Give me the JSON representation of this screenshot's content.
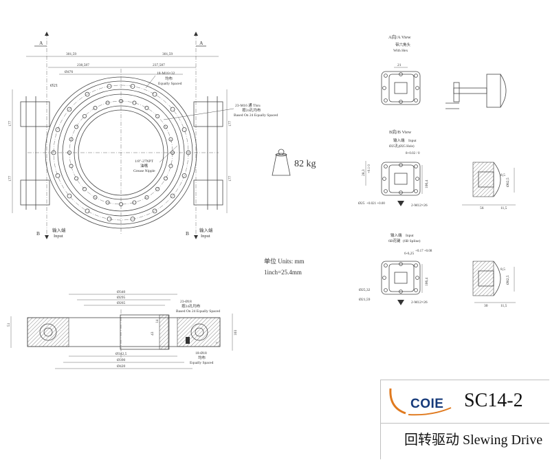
{
  "view_labels": {
    "section_a_left": "A",
    "section_a_right": "A",
    "section_b_left": "B",
    "section_b_right": "B",
    "a_view_title": "A向/A View",
    "a_view_note_cn": "带六角头",
    "a_view_note_en": "With Hex",
    "b_view_title": "B向/B View"
  },
  "plan_view": {
    "dim_top_left": "301,59",
    "dim_top_right": "301,59",
    "dim_mid_left": "238,587",
    "dim_mid_right": "237,587",
    "dia_476": "Ø476",
    "dia_21": "Ø21",
    "bolt_outer": "18-M16×32",
    "bolt_outer_cn": "均布",
    "bolt_outer_en": "Equally Spaced",
    "bolt_inner": "23-M16 通 Thru",
    "bolt_inner_cn": "按24孔均布",
    "bolt_inner_en": "Based On 24 Equally Spaced",
    "grease": "1/8\"-27NPT",
    "grease_cn": "油嘴",
    "grease_en": "Grease Nipple",
    "v177_ul": "177",
    "v177_ll": "177",
    "v177_ur": "177",
    "v177_lr": "177",
    "input_cn_left": "输入端",
    "input_en_left": "Input",
    "input_cn_right": "输入端",
    "input_en_right": "Input"
  },
  "weight": {
    "value": "82 kg"
  },
  "units": {
    "line1": "单位 Units: mm",
    "line2": "1inch=25.4mm"
  },
  "a_view": {
    "dim_21": "21"
  },
  "b_view_top": {
    "input_cn": "输入端",
    "input_en": "Input",
    "key_spec": "Ø25孔(Ø25 Hole)",
    "tol": "8+0.02 / 0",
    "dim_28": "28,3",
    "dim_tol28": "+0.1 0",
    "dia_25": "Ø25",
    "dia_25_tol": "+0.021 +0.00",
    "dim_106": "106,4",
    "bolt": "2-M12×26",
    "side_85": "8,5",
    "side_825": "Ø82,5",
    "side_56": "56",
    "side_115": "11,5"
  },
  "b_view_bottom": {
    "input_cn": "输入端",
    "input_en": "Input",
    "spline_cn": "6B花键",
    "spline_en": "(6B Spline)",
    "spline_spec": "6-6,25",
    "spline_tol": "+0.17 +0.08",
    "dia_2532": "Ø25,32",
    "dia_2159": "Ø21,59",
    "dim_106": "106,4",
    "bolt": "2-M12×26",
    "side_85": "8,5",
    "side_825": "Ø82,5",
    "side_30": "30",
    "side_115": "11,5"
  },
  "section_view": {
    "d340": "Ø340",
    "d295": "Ø295",
    "d265": "Ø265",
    "bolt_top": "23-Ø18",
    "bolt_top_cn": "按24孔均布",
    "bolt_top_en": "Based On 24 Equally Spaced",
    "d3425": "Ø342,5",
    "d390": "Ø390",
    "d420": "Ø420",
    "bolt_bottom": "18-Ø18",
    "bolt_bottom_cn": "均布",
    "bolt_bottom_en": "Equally Spaced",
    "h51": "51",
    "h103": "103",
    "h43": "43",
    "h7": "7",
    "h14": "14"
  },
  "title_block": {
    "logo_text": "COIE",
    "model": "SC14-2",
    "product_name": "回转驱动 Slewing Drive"
  },
  "colors": {
    "logo_blue": "#163a7a",
    "logo_orange": "#e07a1f",
    "line": "#444444"
  }
}
